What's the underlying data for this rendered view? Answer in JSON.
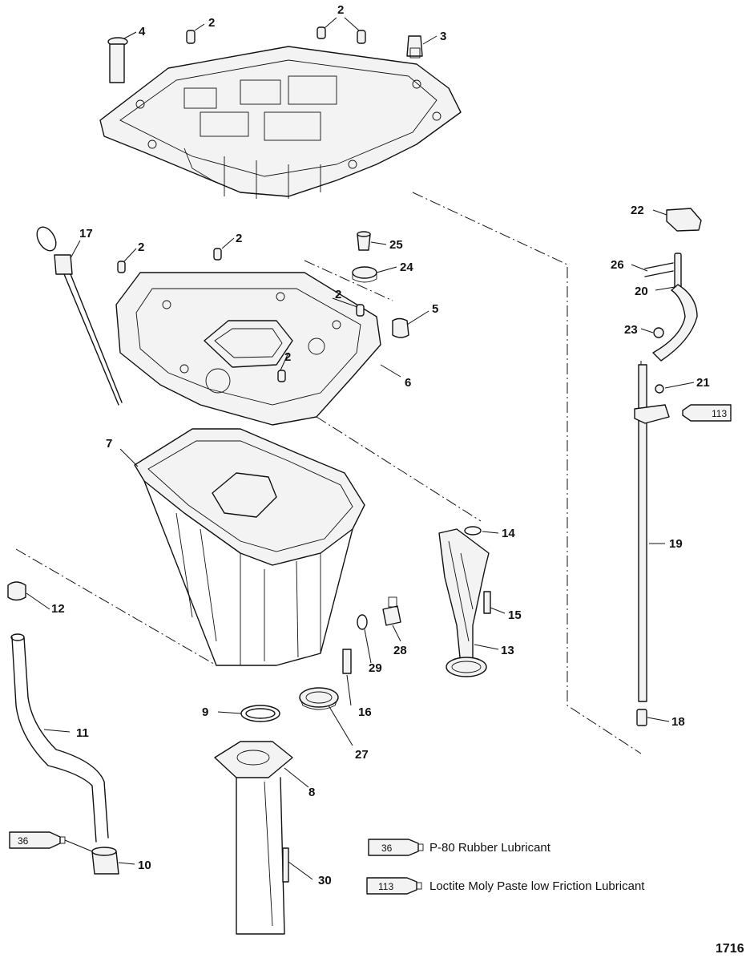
{
  "figure_id": "1716",
  "callouts": {
    "c1": "2",
    "c2": "2",
    "c3": "3",
    "c4": "4",
    "c5": "17",
    "c6": "2",
    "c7": "2",
    "c8": "25",
    "c9": "24",
    "c10": "2",
    "c11": "5",
    "c12": "2",
    "c13": "6",
    "c14": "22",
    "c15": "26",
    "c16": "20",
    "c17": "23",
    "c18": "21",
    "c19": "7",
    "c20": "14",
    "c21": "19",
    "c22": "12",
    "c23": "15",
    "c24": "28",
    "c25": "29",
    "c26": "13",
    "c27": "9",
    "c28": "16",
    "c29": "18",
    "c30": "11",
    "c31": "27",
    "c32": "8",
    "c33": "10",
    "c34": "30"
  },
  "tubes": {
    "t113": "113",
    "t36": "36"
  },
  "legend": {
    "items": [
      {
        "code": "36",
        "text": "P-80 Rubber Lubricant"
      },
      {
        "code": "113",
        "text": "Loctite Moly Paste low Friction Lubricant"
      }
    ]
  }
}
